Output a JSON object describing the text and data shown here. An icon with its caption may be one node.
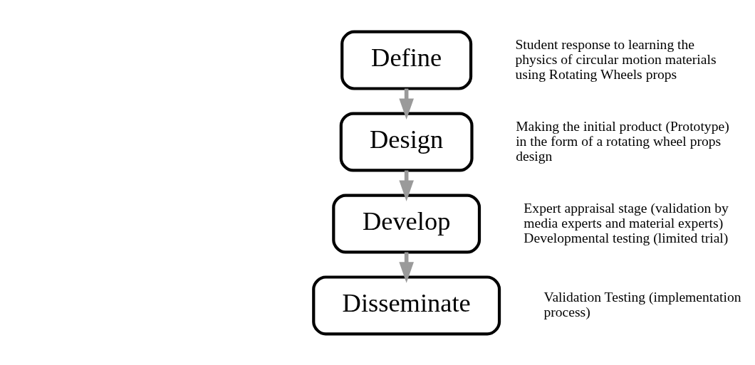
{
  "diagram": {
    "nodes": [
      {
        "text": [
          "Define"
        ],
        "beside": [
          "Student response to learning the physics of circular motion materials using Rotating Wheels props"
        ]
      },
      {
        "text": [
          "Design"
        ],
        "beside": [
          "Making the initial product (Prototype) in the form of a rotating wheel props design"
        ]
      },
      {
        "text": [
          "Develop"
        ],
        "beside": [
          "Expert appraisal stage (validation by media experts and material experts)",
          "Developmental testing (limited trial)"
        ]
      },
      {
        "text": [
          "Disseminate"
        ],
        "beside": [
          "Validation Testing (implementation process)"
        ]
      }
    ],
    "edges": [
      {
        "from": 0,
        "to": 1,
        "arrow": "to"
      },
      {
        "from": 1,
        "to": 2,
        "arrow": "to"
      },
      {
        "from": 2,
        "to": 3,
        "arrow": "to"
      }
    ]
  }
}
